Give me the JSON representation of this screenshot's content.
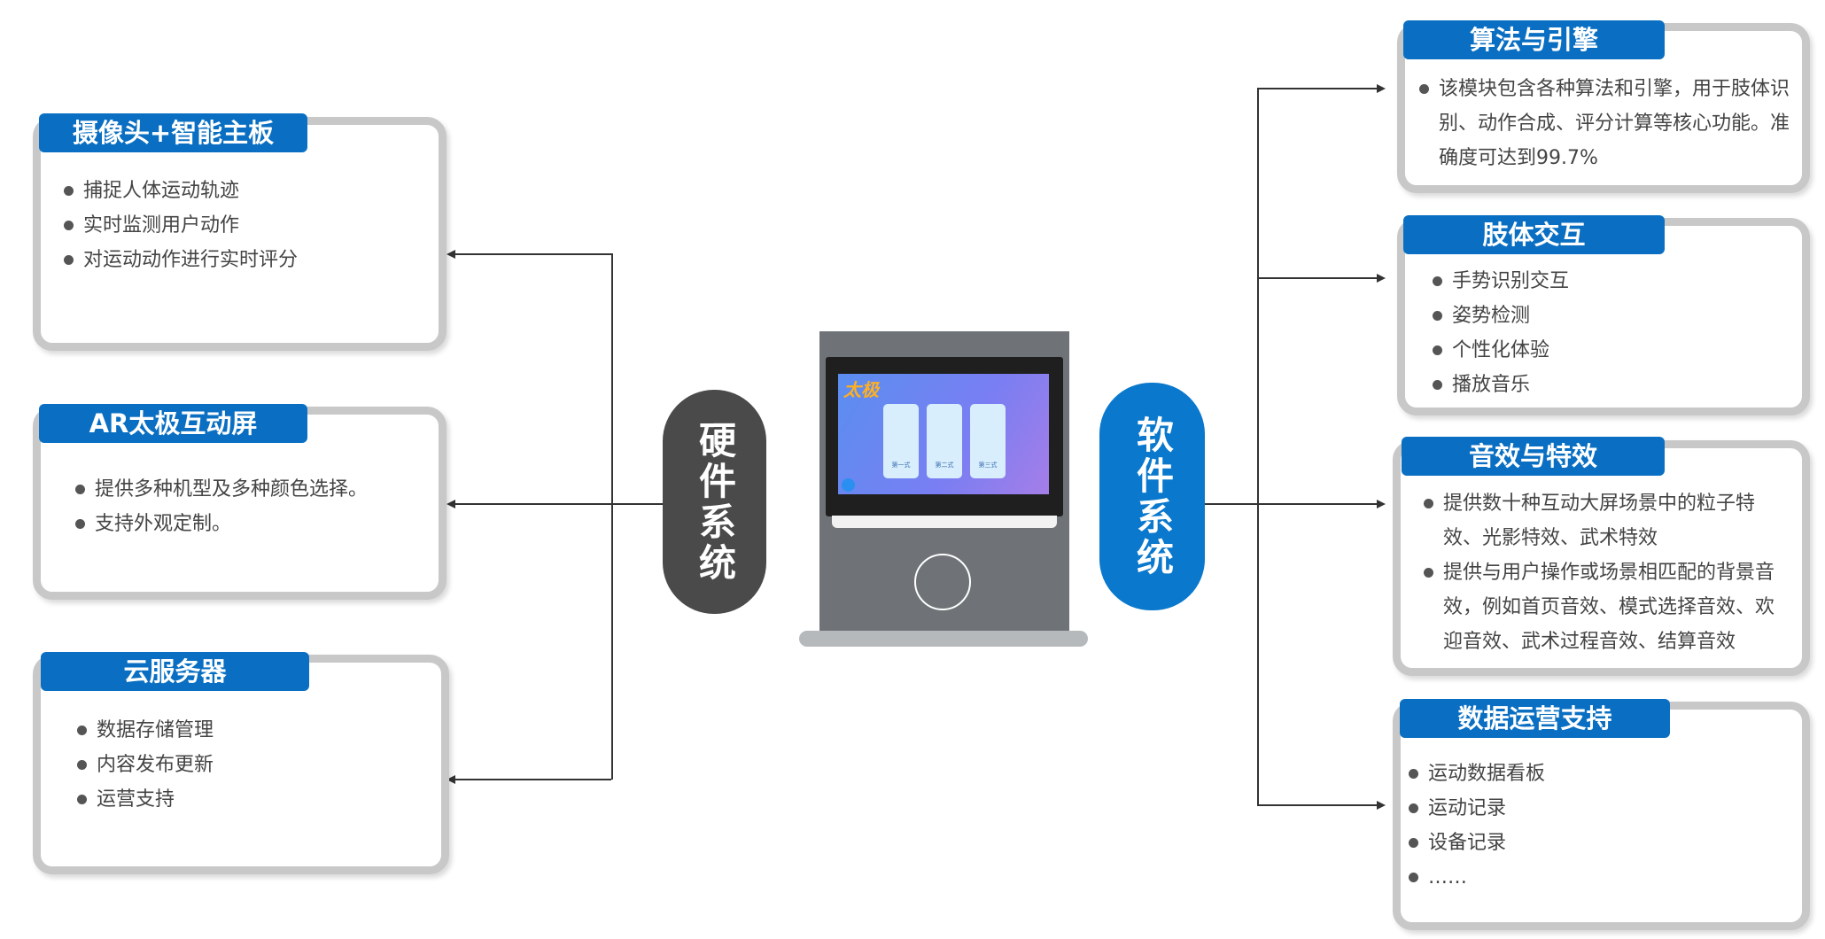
{
  "hardware": {
    "label": "硬件系统",
    "chars": [
      "硬",
      "件",
      "系",
      "统"
    ],
    "modules": [
      {
        "title": "摄像头+智能主板",
        "items": [
          "捕捉人体运动轨迹",
          "实时监测用户动作",
          "对运动动作进行实时评分"
        ]
      },
      {
        "title": "AR太极互动屏",
        "items": [
          "提供多种机型及多种颜色选择。",
          "支持外观定制。"
        ]
      },
      {
        "title": "云服务器",
        "items": [
          "数据存储管理",
          "内容发布更新",
          "运营支持"
        ]
      }
    ]
  },
  "software": {
    "label": "软件系统",
    "chars": [
      "软",
      "件",
      "系",
      "统"
    ],
    "modules": [
      {
        "title": "算法与引擎",
        "items": [
          "该模块包含各种算法和引擎，用于肢体识别、动作合成、评分计算等核心功能。准确度可达到99.7%"
        ]
      },
      {
        "title": "肢体交互",
        "items": [
          "手势识别交互",
          "姿势检测",
          "个性化体验",
          "播放音乐"
        ]
      },
      {
        "title": "音效与特效",
        "items": [
          "提供数十种互动大屏场景中的粒子特效、光影特效、武术特效",
          "提供与用户操作或场景相匹配的背景音效，例如首页音效、模式选择音效、欢迎音效、武术过程音效、结算音效"
        ]
      },
      {
        "title": "数据运营支持",
        "items": [
          "运动数据看板",
          "运动记录",
          "设备记录",
          "……"
        ]
      }
    ]
  },
  "kiosk": {
    "screen_title": "太极",
    "cards": [
      "第一式",
      "第二式",
      "第三式"
    ],
    "card_numbers": [
      "1",
      "2",
      "3"
    ]
  },
  "colors": {
    "blue": "#0a6fc2",
    "dark": "#4a4a4a",
    "border": "#c8c8c8"
  }
}
